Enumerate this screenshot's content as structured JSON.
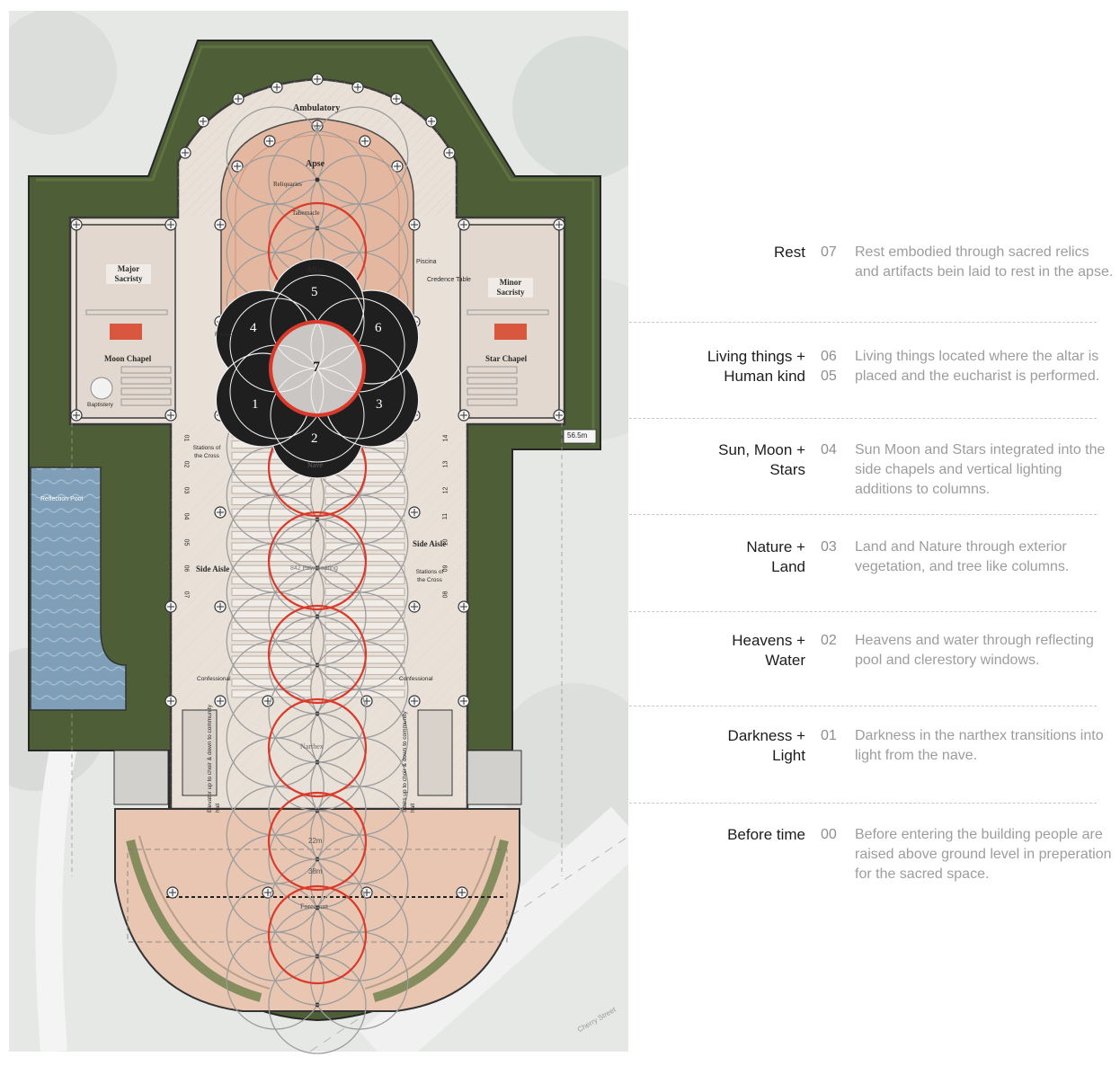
{
  "plan": {
    "rooms": {
      "ambulatory": "Ambulatory",
      "apse": "Apse",
      "reliquaries": "Reliquaries",
      "tabernacle": "Tabernacle",
      "altar": "Altar",
      "piscina": "Piscina",
      "credence_table": "Credence Table",
      "major_sacristy": "Major Sacristy",
      "minor_sacristy": "Minor Sacristy",
      "moon_chapel": "Moon Chapel",
      "star_chapel": "Star Chapel",
      "baptistery": "Baptistery",
      "raised": "Raised",
      "nave": "Nave",
      "pew_seating": "842 Pew Seating",
      "side_aisle_left": "Side Aisle",
      "side_aisle_right": "Side Aisle",
      "stations_left": "Stations of the Cross",
      "stations_right": "Stations of the Cross",
      "confessional_left": "Confessional",
      "confessional_right": "Confessional",
      "narthex": "Narthex",
      "elevator": "Elevator up to choir & down to community hall",
      "stairs": "Stairs up to choir & down to community hall",
      "forecourt": "Forecourt",
      "reflection_pool": "Reflection Pool",
      "street": "Cherry Street"
    },
    "dimensions": {
      "length": "56.5m",
      "width_inner": "22m",
      "width_outer": "38m"
    },
    "station_numbers_left": [
      "01",
      "02",
      "03",
      "04",
      "05",
      "06",
      "07"
    ],
    "station_numbers_right": [
      "14",
      "13",
      "12",
      "11",
      "10",
      "09",
      "08"
    ],
    "flower_numbers": [
      "1",
      "2",
      "3",
      "4",
      "5",
      "6",
      "7"
    ]
  },
  "legend": [
    {
      "title": "Rest",
      "num": "07",
      "desc": "Rest embodied through sacred relics and artifacts bein laid to rest in the apse."
    },
    {
      "title": "Living things +\nHuman kind",
      "num": "06\n05",
      "desc": "Living things located where the altar is placed and the eucharist is performed."
    },
    {
      "title": "Sun, Moon +\nStars",
      "num": "04",
      "desc": "Sun Moon and Stars integrated into the side chapels and vertical lighting additions to columns."
    },
    {
      "title": "Nature +\nLand",
      "num": "03",
      "desc": "Land and Nature through exterior vegetation, and tree like columns."
    },
    {
      "title": "Heavens +\nWater",
      "num": "02",
      "desc": "Heavens and water through reflecting pool and clerestory windows."
    },
    {
      "title": "Darkness +\nLight",
      "num": "01",
      "desc": "Darkness in the narthex transitions into light from the nave."
    },
    {
      "title": "Before time",
      "num": "00",
      "desc": "Before entering the building people are raised above ground level in preperation for the sacred space."
    }
  ],
  "colors": {
    "vegetation": "#4e5e36",
    "floor": "#e7ded6",
    "apse": "#e4b8a0",
    "red_circle": "#d93a2b",
    "dark_flower": "#1f1f1f",
    "pool": "#7c9cb6"
  }
}
